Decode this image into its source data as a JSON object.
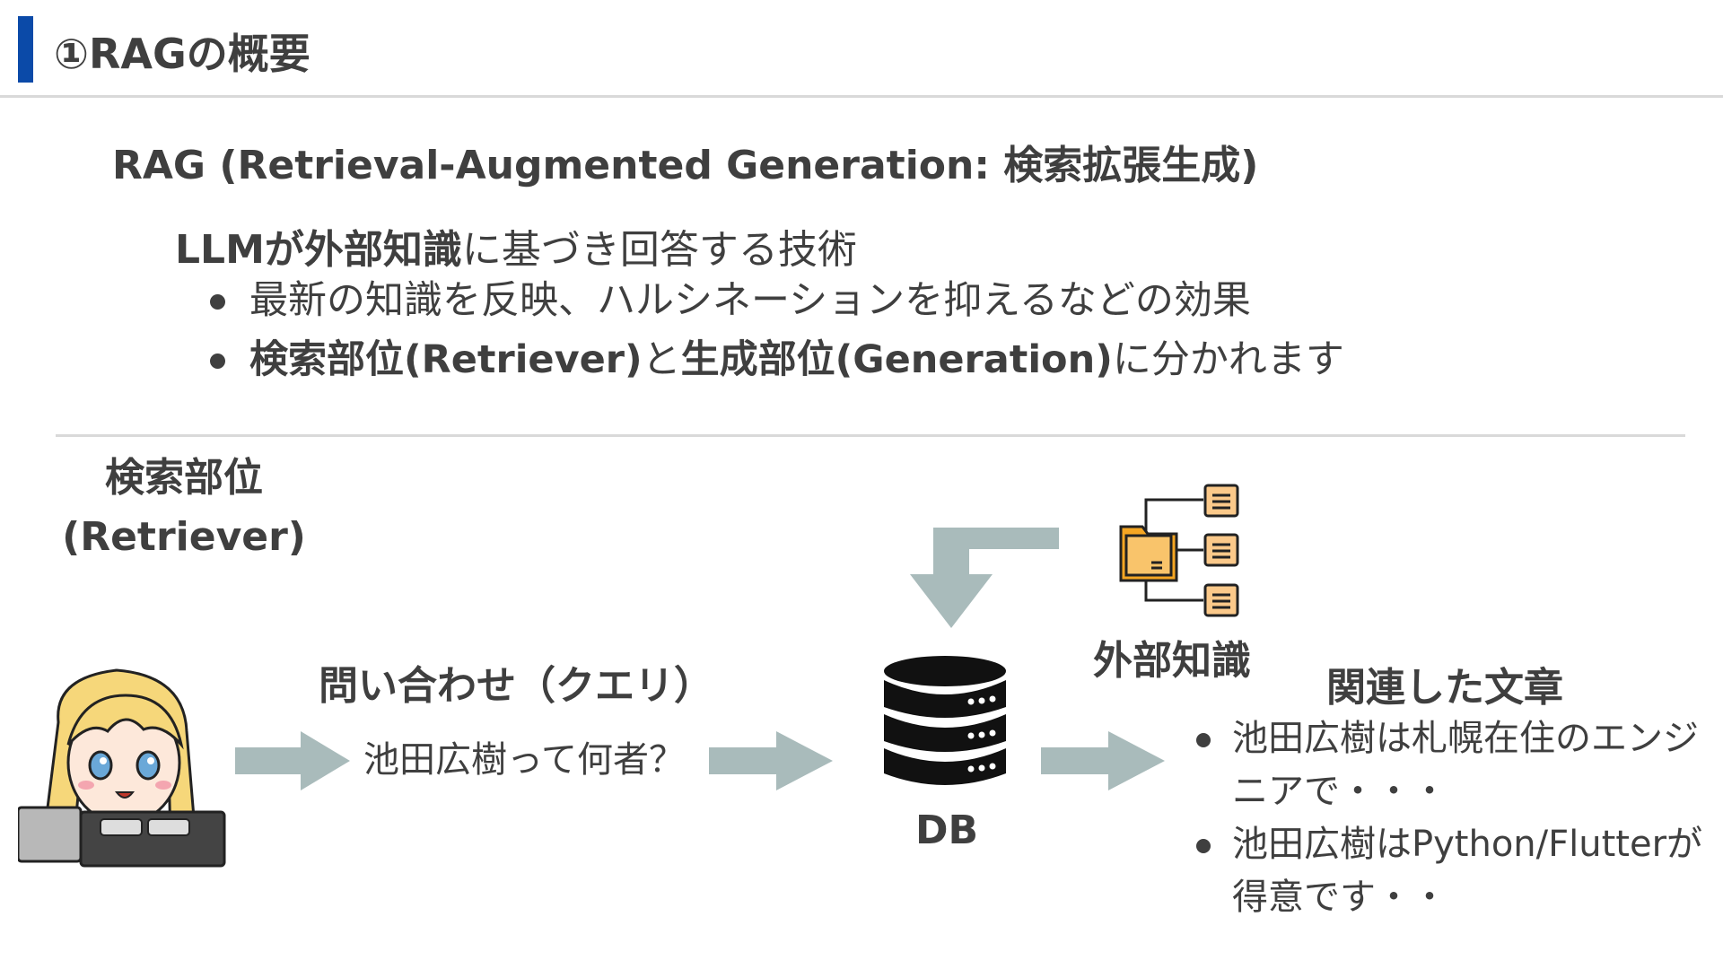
{
  "header": {
    "title": "①RAGの概要",
    "accent_color": "#0b4aa8"
  },
  "subtitle": "RAG (Retrieval-Augmented Generation: 検索拡張生成)",
  "lead": {
    "part1": "LLMが",
    "part2_bold": "外部知識",
    "part3": "に基づき回答する技術"
  },
  "bullets": [
    {
      "text": "最新の知識を反映、ハルシネーションを抑えるなどの効果"
    },
    {
      "bold1": "検索部位(Retriever)",
      "mid": "と",
      "bold2": "生成部位(Generation)",
      "end": "に分かれます"
    }
  ],
  "section": {
    "title_line1": "検索部位",
    "title_line2": "(Retriever)"
  },
  "diagram": {
    "user_icon": "girl-at-laptop-illustration",
    "query_label": "問い合わせ（クエリ）",
    "query_text": "池田広樹って何者？",
    "db_icon": "database-icon",
    "db_label": "DB",
    "external_icon": "folder-tree-documents-icon",
    "external_label": "外部知識",
    "related_label": "関連した文章",
    "related_items": [
      "池田広樹は札幌在住のエンジニアで・・・",
      "池田広樹はPython/Flutterが得意です・・"
    ],
    "arrow_color": "#a9bbbb"
  }
}
